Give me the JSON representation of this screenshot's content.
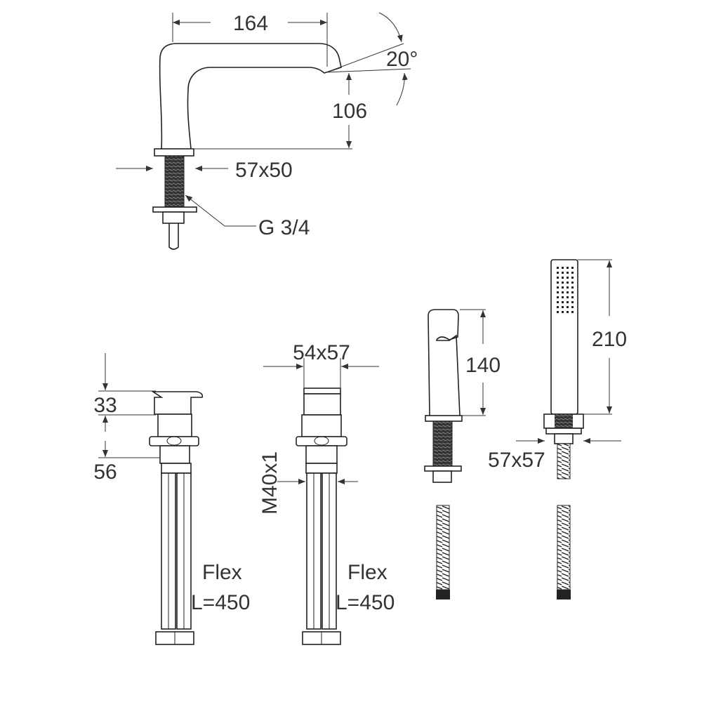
{
  "spout_top": {
    "width_label": "164",
    "angle_label": "20°",
    "height_label": "106",
    "base_label": "57x50",
    "thread_label": "G 3/4"
  },
  "mixer_handle": {
    "handle_height_label": "33",
    "body_height_label": "56",
    "hose_label": "Flex",
    "hose_length_label": "L=450"
  },
  "valve_handle": {
    "base_label": "54x57",
    "thread_label": "M40x1",
    "hose_label": "Flex",
    "hose_length_label": "L=450"
  },
  "small_spout": {
    "height_label": "140"
  },
  "hand_shower": {
    "height_label": "210",
    "base_label": "57x57"
  }
}
